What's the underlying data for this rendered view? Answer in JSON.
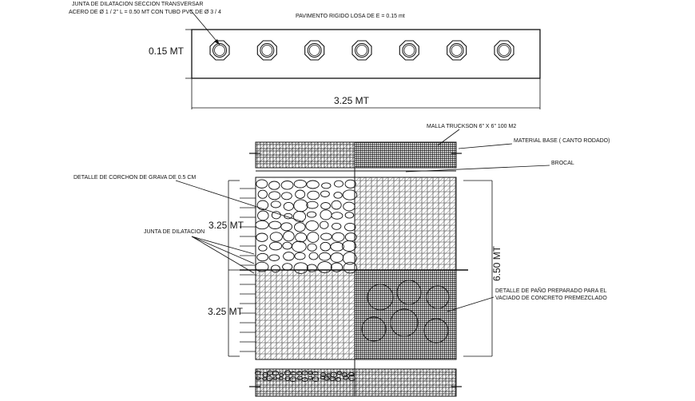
{
  "section": {
    "title": "PAVIMENTO RIGIDO LOSA DE  E = 0.15 mt",
    "joint_note_line1": "JUNTA DE DILATACION SECCION TRANSVERSAR",
    "joint_note_line2": "ACERO DE Ø 1 / 2\"  L = 0.50 MT CON TUBO PVC DE Ø 3 / 4",
    "thickness": "0.15 MT",
    "width": "3.25 MT",
    "dowel_count": 7
  },
  "plan": {
    "malla": "MALLA TRUCKSON 6\" X 6\" 100 M2",
    "material_base": "MATERIAL BASE ( CANTO RODADO)",
    "brocal": "BROCAL",
    "corchon": "DETALLE DE CORCHON DE GRAVA DE  0.5 CM",
    "junta": "JUNTA DE DILATACION",
    "dim_top": "3.25 MT",
    "dim_bottom": "3.25 MT",
    "dim_total": "6.50 MT",
    "pano_line1": "DETALLE  DE  PAÑO PREPARADO PARA EL",
    "pano_line2": "VACIADO DE CONCRETO PREMEZCLADO"
  },
  "colors": {
    "ink": "#111111",
    "background": "#ffffff"
  }
}
